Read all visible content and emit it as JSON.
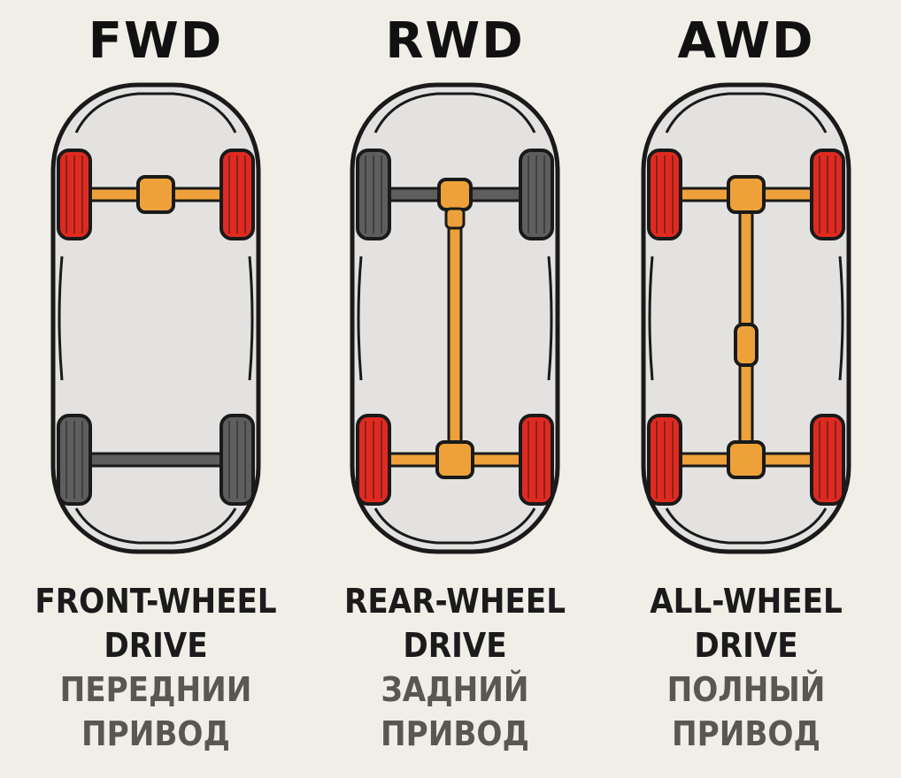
{
  "columns": [
    {
      "abbr": "FWD",
      "en_line1": "FRONT-WHEEL",
      "en_line2": "DRIVE",
      "ru_line1": "ПЕРЕДНИИ",
      "ru_line2": "ПРИВОД",
      "driven_front": true,
      "driven_rear": false,
      "driveshaft": false,
      "center_diff": false
    },
    {
      "abbr": "RWD",
      "en_line1": "REAR-WHEEL",
      "en_line2": "DRIVE",
      "ru_line1": "ЗАДНИЙ",
      "ru_line2": "ПРИВОД",
      "driven_front": false,
      "driven_rear": true,
      "driveshaft": true,
      "center_diff": false
    },
    {
      "abbr": "AWD",
      "en_line1": "ALL-WHEEL",
      "en_line2": "DRIVE",
      "ru_line1": "ПОЛНЫЙ",
      "ru_line2": "ПРИВОД",
      "driven_front": true,
      "driven_rear": true,
      "driveshaft": true,
      "center_diff": true
    }
  ],
  "colors": {
    "driven_wheel": "#e02a20",
    "idle_wheel": "#5e5e5e",
    "drivetrain": "#eea13a",
    "idle_axle": "#5e5e5e",
    "body": "#e3e2e0",
    "outline": "#1a1a1a"
  }
}
